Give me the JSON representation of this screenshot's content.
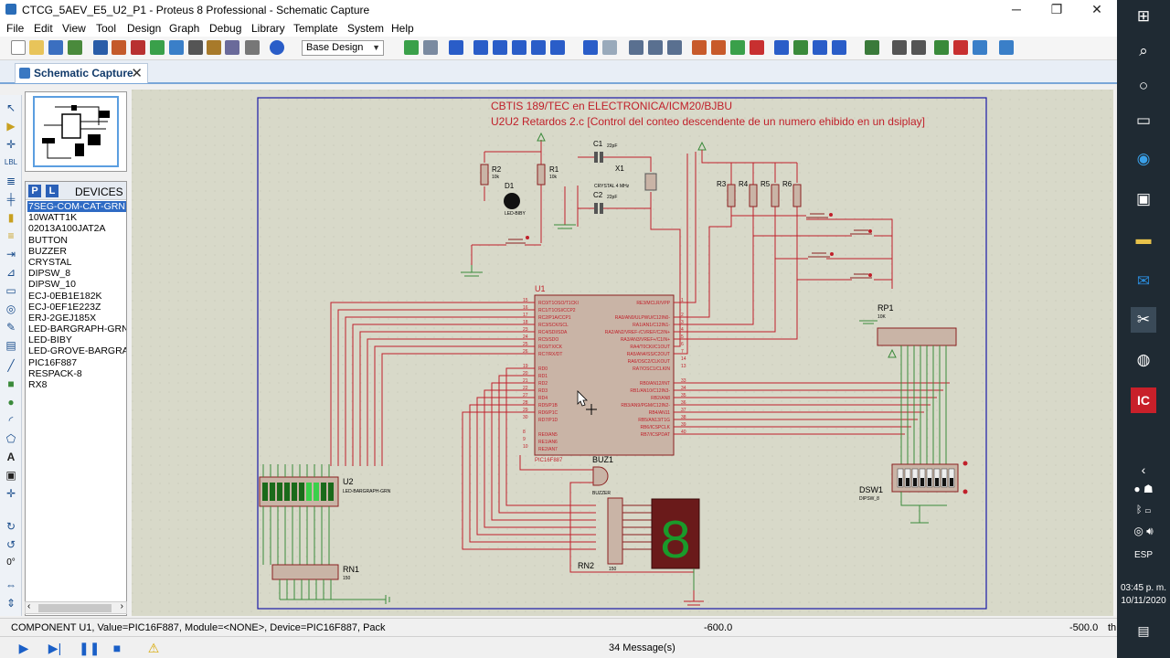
{
  "window": {
    "title": "CTCG_5AEV_E5_U2_P1 - Proteus 8 Professional - Schematic Capture",
    "minimize": "─",
    "restore": "❐",
    "close": "✕"
  },
  "menu": [
    "File",
    "Edit",
    "View",
    "Tool",
    "Design",
    "Graph",
    "Debug",
    "Library",
    "Template",
    "System",
    "Help"
  ],
  "toolbar": {
    "design_select": "Base Design"
  },
  "tab": {
    "label": "Schematic Capture",
    "close": "✕"
  },
  "left_tools": {
    "rotation": "0°"
  },
  "devices": {
    "p_button": "P",
    "l_button": "L",
    "title": "DEVICES",
    "items": [
      "7SEG-COM-CAT-GRN",
      "10WATT1K",
      "02013A100JAT2A",
      "BUTTON",
      "BUZZER",
      "CRYSTAL",
      "DIPSW_8",
      "DIPSW_10",
      "ECJ-0EB1E182K",
      "ECJ-0EF1E223Z",
      "ERJ-2GEJ185X",
      "LED-BARGRAPH-GRN",
      "LED-BIBY",
      "LED-GROVE-BARGRAF",
      "PIC16F887",
      "RESPACK-8",
      "RX8"
    ],
    "selected": "7SEG-COM-CAT-GRN"
  },
  "schematic": {
    "title_line1": "CBTIS 189/TEC en ELECTRONICA/ICM20/BJBU",
    "title_line2": "U2U2 Retardos 2.c [Control del conteo descendente de un numero ehibido en un dsiplay]",
    "labels": {
      "u1": "U1",
      "u1_part": "PIC16F887",
      "u2": "U2",
      "u2_part": "LED-BARGRAPH-GRN",
      "rn1": "RN1",
      "rn1_val": "150",
      "rn2": "RN2",
      "rn2_val": "150",
      "rp1": "RP1",
      "rp1_val": "10K",
      "dsw1": "DSW1",
      "dsw1_part": "DIPSW_8",
      "buz1": "BUZ1",
      "buz1_part": "BUZZER",
      "r1": "R1",
      "r1_val": "10k",
      "r2": "R2",
      "r2_val": "10k",
      "r3": "R3",
      "r4": "R4",
      "r5": "R5",
      "r6": "R6",
      "c1": "C1",
      "c1_val": "22pF",
      "c2": "C2",
      "c2_val": "22pF",
      "x1": "X1",
      "x1_val": "CRYSTAL 4 MHz",
      "d1": "D1",
      "d1_part": "LED-BIBY",
      "seg_digit": "8"
    },
    "u1_left_pins": [
      "RC0/T1OSO/T1CKI",
      "RC1/T1OSI/CCP2",
      "RC2/P1A/CCP1",
      "RC3/SCK/SCL",
      "RC4/SDI/SDA",
      "RC5/SDO",
      "RC6/TX/CK",
      "RC7/RX/DT",
      "RD0",
      "RD1",
      "RD2",
      "RD3",
      "RD4",
      "RD5/P1B",
      "RD6/P1C",
      "RD7/P1D",
      "RE0/AN5",
      "RE1/AN6",
      "RE2/AN7"
    ],
    "u1_right_pins": [
      "RE3/MCLR/VPP",
      "RA0/AN0/ULPWU/C12IN0-",
      "RA1/AN1/C12IN1-",
      "RA2/AN2/VREF-/CVREF/C2IN+",
      "RA3/AN3/VREF+/C1IN+",
      "RA4/T0CKI/C1OUT",
      "RA5/AN4/SS/C2OUT",
      "RA6/OSC2/CLKOUT",
      "RA7/OSC1/CLKIN",
      "RB0/AN12/INT",
      "RB1/AN10/C12IN3-",
      "RB2/AN8",
      "RB3/AN9/PGM/C12IN2-",
      "RB4/AN11",
      "RB5/AN13/T1G",
      "RB6/ICSPCLK",
      "RB7/ICSPDAT"
    ],
    "u1_left_nums": [
      "15",
      "16",
      "17",
      "18",
      "23",
      "24",
      "25",
      "26",
      "19",
      "20",
      "21",
      "22",
      "27",
      "28",
      "29",
      "30",
      "8",
      "9",
      "10"
    ],
    "u1_right_nums": [
      "1",
      "2",
      "3",
      "4",
      "5",
      "6",
      "7",
      "14",
      "13",
      "33",
      "34",
      "35",
      "36",
      "37",
      "38",
      "39",
      "40"
    ]
  },
  "status": {
    "component": "COMPONENT U1, Value=PIC16F887, Module=<NONE>, Device=PIC16F887, Pack",
    "coord_x": "-600.0",
    "coord_y": "-500.0",
    "unit": "th"
  },
  "sim": {
    "messages": "34 Message(s)"
  },
  "taskbar": {
    "lang": "ESP",
    "time": "03:45 p. m.",
    "date": "10/11/2020"
  }
}
